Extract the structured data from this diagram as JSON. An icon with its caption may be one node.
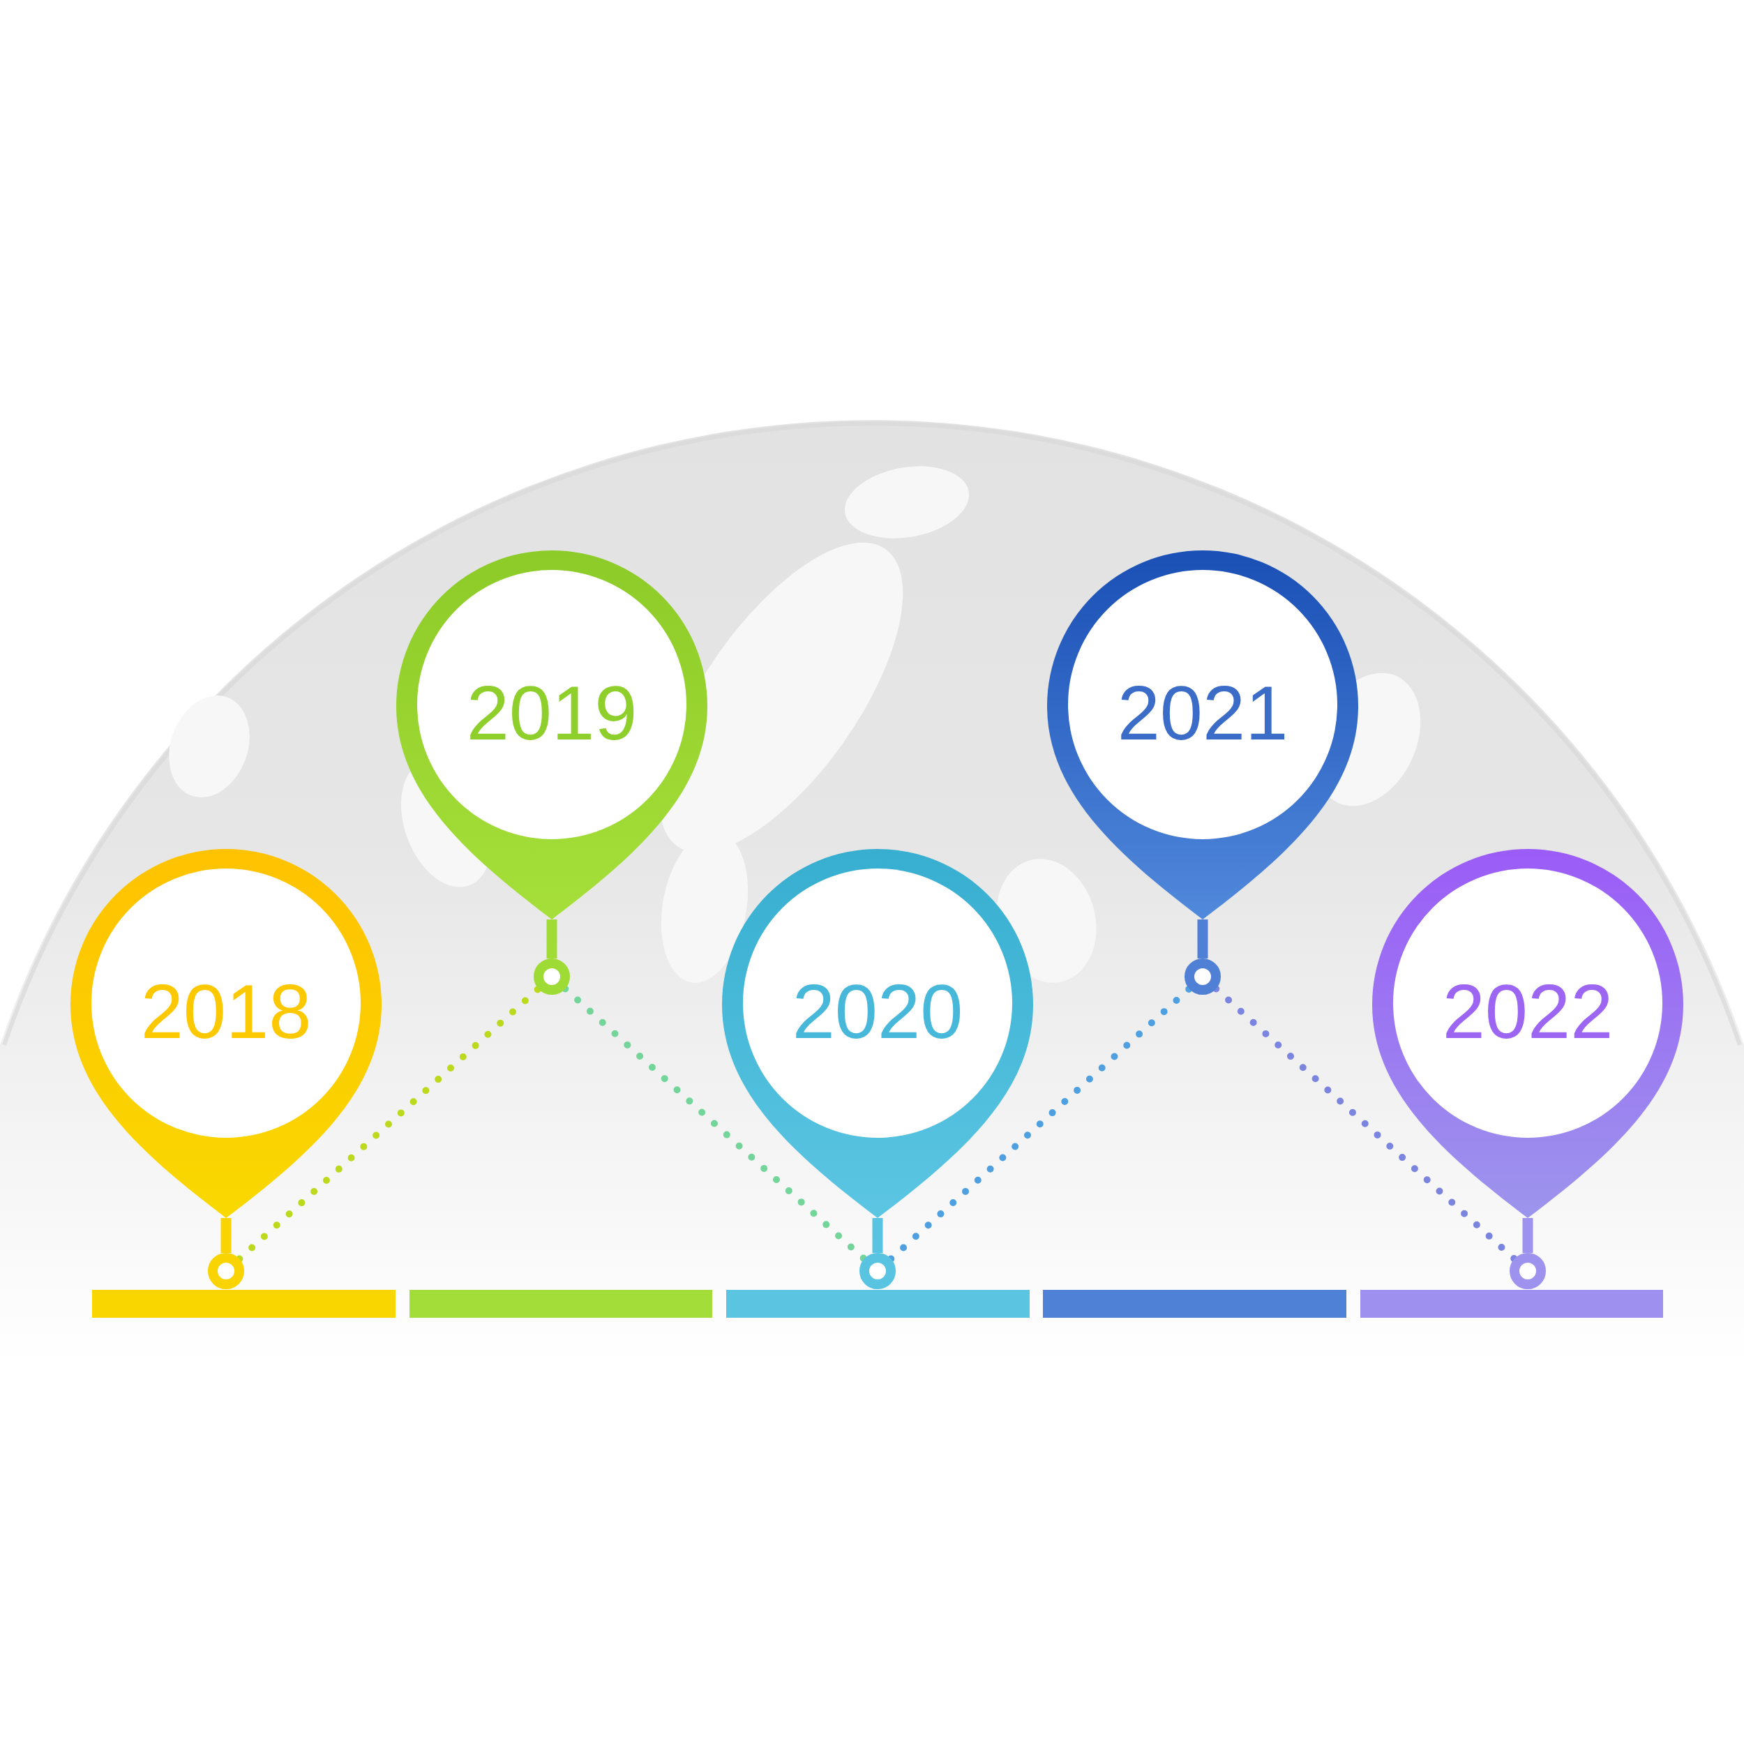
{
  "diagram": {
    "nodes": [
      {
        "text": [
          "2018"
        ]
      },
      {
        "text": [],
        "shape": "circle"
      },
      {
        "text": [
          "2019"
        ]
      },
      {
        "text": [],
        "shape": "circle"
      },
      {
        "text": [
          "2020"
        ]
      },
      {
        "text": [],
        "shape": "circle"
      },
      {
        "text": [
          "2021"
        ]
      },
      {
        "text": [],
        "shape": "circle"
      },
      {
        "text": [
          "2022"
        ]
      },
      {
        "text": [],
        "shape": "circle"
      },
      {
        "text": [],
        "shape": "bar"
      },
      {
        "text": [],
        "shape": "bar"
      },
      {
        "text": [],
        "shape": "bar"
      },
      {
        "text": [],
        "shape": "bar"
      },
      {
        "text": [],
        "shape": "bar"
      }
    ],
    "edges": [
      {
        "from": 0,
        "to": 1,
        "arrow": "none",
        "color": "#f9d400"
      },
      {
        "from": 1,
        "to": 3,
        "arrow": "none",
        "style": "dashed",
        "color": "#bcd91e"
      },
      {
        "from": 2,
        "to": 3,
        "arrow": "none",
        "color": "#a0db36"
      },
      {
        "from": 3,
        "to": 5,
        "arrow": "none",
        "style": "dashed",
        "color": "#74d59a"
      },
      {
        "from": 4,
        "to": 5,
        "arrow": "none",
        "color": "#58c4e2"
      },
      {
        "from": 5,
        "to": 7,
        "arrow": "none",
        "style": "dashed",
        "color": "#4fa0e0"
      },
      {
        "from": 6,
        "to": 7,
        "arrow": "none",
        "color": "#4f80d6"
      },
      {
        "from": 7,
        "to": 9,
        "arrow": "none",
        "style": "dashed",
        "color": "#7b85e0"
      },
      {
        "from": 8,
        "to": 9,
        "arrow": "none",
        "color": "#9d92ee"
      }
    ]
  }
}
